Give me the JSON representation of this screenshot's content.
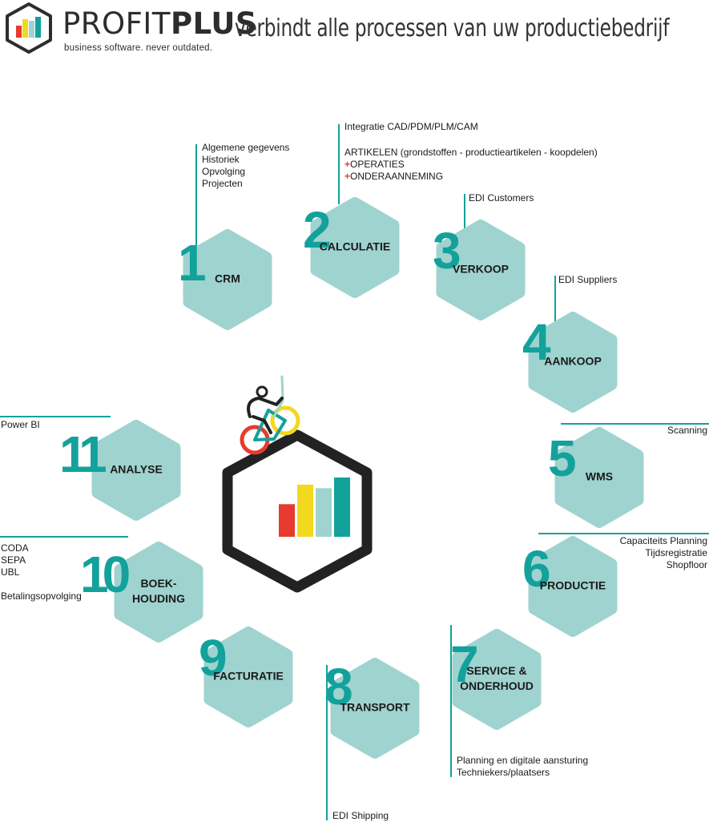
{
  "header": {
    "brand_light": "PROFIT",
    "brand_bold": "PLUS",
    "tagline": "business software. never outdated.",
    "headline": "verbindt alle processen van uw productiebedrijf"
  },
  "colors": {
    "teal": "#13a19c",
    "hex_fill": "#9fd3cf",
    "red": "#e63b2e",
    "yellow": "#f2d81e",
    "light_teal": "#9fd3cf",
    "dark": "#222222"
  },
  "center_icon": {
    "bars": [
      {
        "color": "#e63b2e",
        "value": 0.55
      },
      {
        "color": "#f2d81e",
        "value": 0.88
      },
      {
        "color": "#9fd3cf",
        "value": 0.82
      },
      {
        "color": "#13a19c",
        "value": 1.0
      }
    ]
  },
  "modules": [
    {
      "number": "1",
      "label": [
        "CRM"
      ]
    },
    {
      "number": "2",
      "label": [
        "CALCULATIE"
      ]
    },
    {
      "number": "3",
      "label": [
        "VERKOOP"
      ]
    },
    {
      "number": "4",
      "label": [
        "AANKOOP"
      ]
    },
    {
      "number": "5",
      "label": [
        "WMS"
      ]
    },
    {
      "number": "6",
      "label": [
        "PRODUCTIE"
      ]
    },
    {
      "number": "7",
      "label": [
        "SERVICE &",
        "ONDERHOUD"
      ]
    },
    {
      "number": "8",
      "label": [
        "TRANSPORT"
      ]
    },
    {
      "number": "9",
      "label": [
        "FACTURATIE"
      ]
    },
    {
      "number": "10",
      "label": [
        "BOEK-",
        "HOUDING"
      ]
    },
    {
      "number": "11",
      "label": [
        "ANALYSE"
      ]
    }
  ],
  "notes": {
    "crm": [
      "Algemene gegevens",
      "Historiek",
      "Opvolging",
      "Projecten"
    ],
    "calc_top": "Integratie CAD/PDM/PLM/CAM",
    "calc_artikelen_bold": "ARTIKELEN",
    "calc_artikelen_rest": " (grondstoffen - productieartikelen - koopdelen)",
    "calc_plus": "+",
    "calc_operaties": "OPERATIES",
    "calc_onderaanneming": "ONDERAANNEMING",
    "verkoop": "EDI Customers",
    "aankoop": "EDI Suppliers",
    "wms": "Scanning",
    "productie": [
      "Capaciteits Planning",
      "Tijdsregistratie",
      "Shopfloor"
    ],
    "service": [
      "Planning en digitale aansturing",
      "Techniekers/plaatsers"
    ],
    "transport": "EDI Shipping",
    "boekhouding": [
      "CODA",
      "SEPA",
      "UBL"
    ],
    "boekhouding_extra": "Betalingsopvolging",
    "analyse": "Power BI"
  }
}
